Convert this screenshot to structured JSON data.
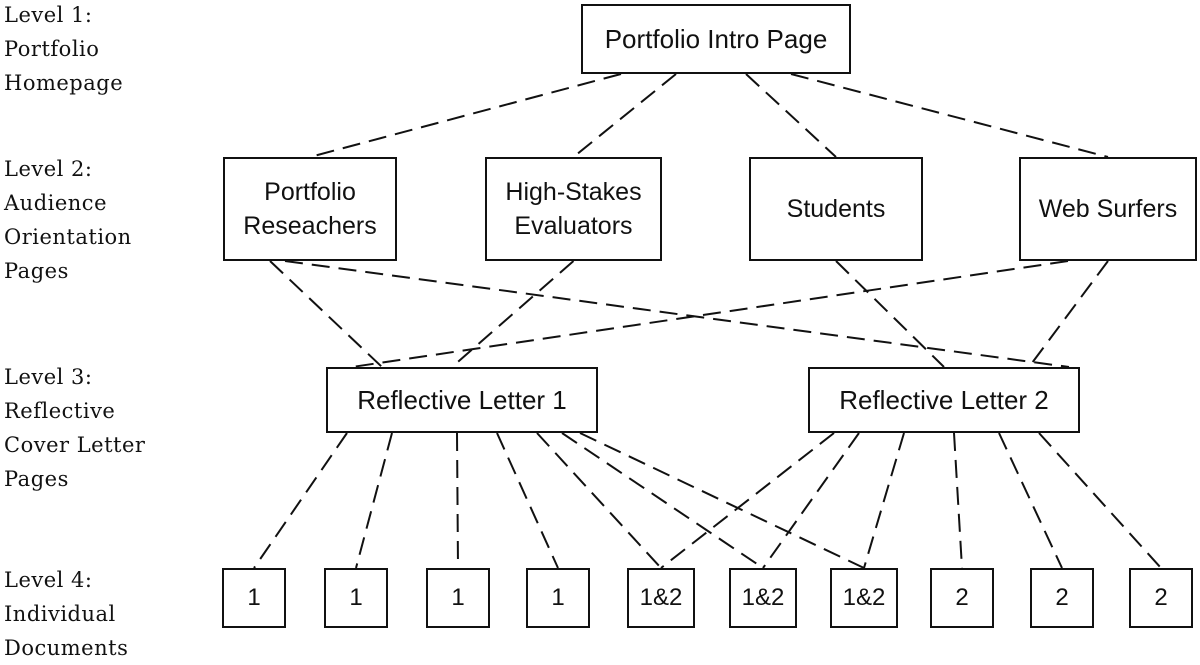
{
  "levels": [
    {
      "lines": [
        "Level 1:",
        "Portfolio",
        "Homepage"
      ]
    },
    {
      "lines": [
        "Level 2:",
        "Audience",
        "Orientation",
        "Pages"
      ]
    },
    {
      "lines": [
        "Level 3:",
        "Reflective",
        "Cover Letter",
        "Pages"
      ]
    },
    {
      "lines": [
        "Level 4:",
        "Individual",
        "Documents"
      ]
    }
  ],
  "nodes": {
    "intro": {
      "lines": [
        "Portfolio Intro Page"
      ]
    },
    "researchers": {
      "lines": [
        "Portfolio",
        "Reseachers"
      ]
    },
    "evaluators": {
      "lines": [
        "High-Stakes",
        "Evaluators"
      ]
    },
    "students": {
      "lines": [
        "Students"
      ]
    },
    "surfers": {
      "lines": [
        "Web Surfers"
      ]
    },
    "letter1": {
      "lines": [
        "Reflective Letter 1"
      ]
    },
    "letter2": {
      "lines": [
        "Reflective Letter 2"
      ]
    },
    "docs": [
      "1",
      "1",
      "1",
      "1",
      "1&2",
      "1&2",
      "1&2",
      "2",
      "2",
      "2"
    ]
  },
  "edges": [
    [
      "intro",
      "researchers"
    ],
    [
      "intro",
      "evaluators"
    ],
    [
      "intro",
      "students"
    ],
    [
      "intro",
      "surfers"
    ],
    [
      "researchers",
      "letter1"
    ],
    [
      "researchers",
      "letter2"
    ],
    [
      "evaluators",
      "letter1"
    ],
    [
      "students",
      "letter2"
    ],
    [
      "surfers",
      "letter1"
    ],
    [
      "surfers",
      "letter2"
    ],
    [
      "letter1",
      "doc0"
    ],
    [
      "letter1",
      "doc1"
    ],
    [
      "letter1",
      "doc2"
    ],
    [
      "letter1",
      "doc3"
    ],
    [
      "letter1",
      "doc4"
    ],
    [
      "letter1",
      "doc5"
    ],
    [
      "letter1",
      "doc6"
    ],
    [
      "letter2",
      "doc4"
    ],
    [
      "letter2",
      "doc5"
    ],
    [
      "letter2",
      "doc6"
    ],
    [
      "letter2",
      "doc7"
    ],
    [
      "letter2",
      "doc8"
    ],
    [
      "letter2",
      "doc9"
    ]
  ]
}
